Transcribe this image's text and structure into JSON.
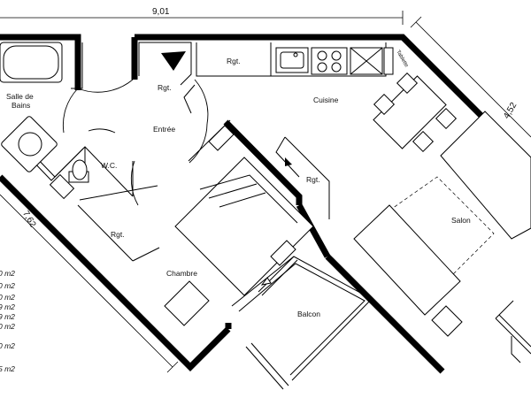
{
  "dimensions": {
    "width_top": "9,01",
    "width_right": "4,52",
    "length_left": "7,62"
  },
  "rooms": {
    "salle_de_bains_line1": "Salle de",
    "salle_de_bains_line2": "Bains",
    "rgt_entry": "Rgt.",
    "rgt_top": "Rgt.",
    "cuisine": "Cuisine",
    "tablette": "Tablette",
    "entree": "Entrée",
    "wc": "W.C.",
    "rgt_bedroom": "Rgt.",
    "rgt_salon": "Rgt.",
    "salon": "Salon",
    "chambre": "Chambre",
    "balcon": "Balcon"
  },
  "area_fragments": [
    "0 m2",
    "0 m2",
    "0 m2",
    "9 m2",
    "9 m2",
    "0 m2",
    "0 m2",
    "5 m2"
  ]
}
